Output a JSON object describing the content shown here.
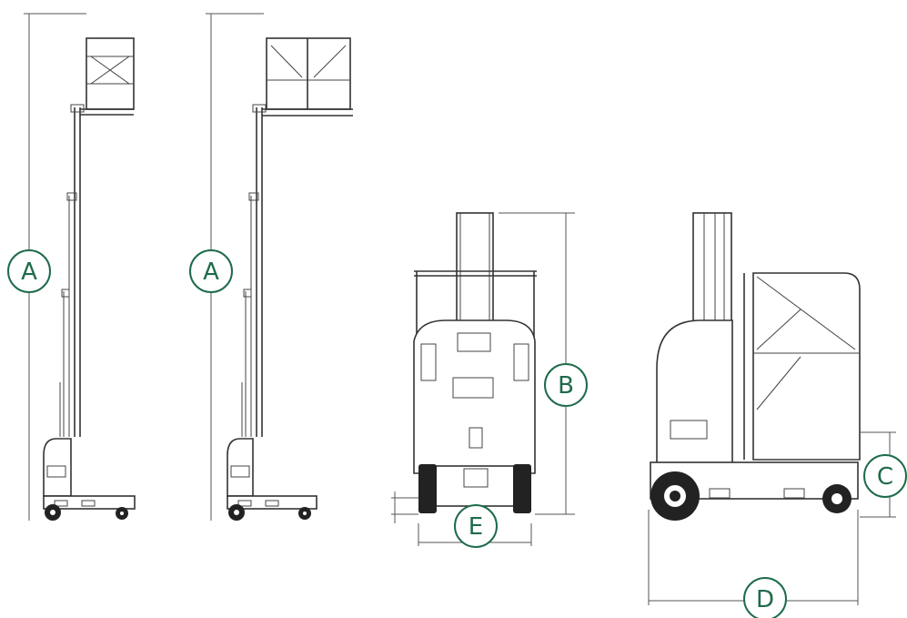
{
  "labels": {
    "a1": "A",
    "a2": "A",
    "b": "B",
    "c": "C",
    "d": "D",
    "e": "E"
  },
  "colors": {
    "badge": "#1e6b4a",
    "line": "#333333"
  }
}
